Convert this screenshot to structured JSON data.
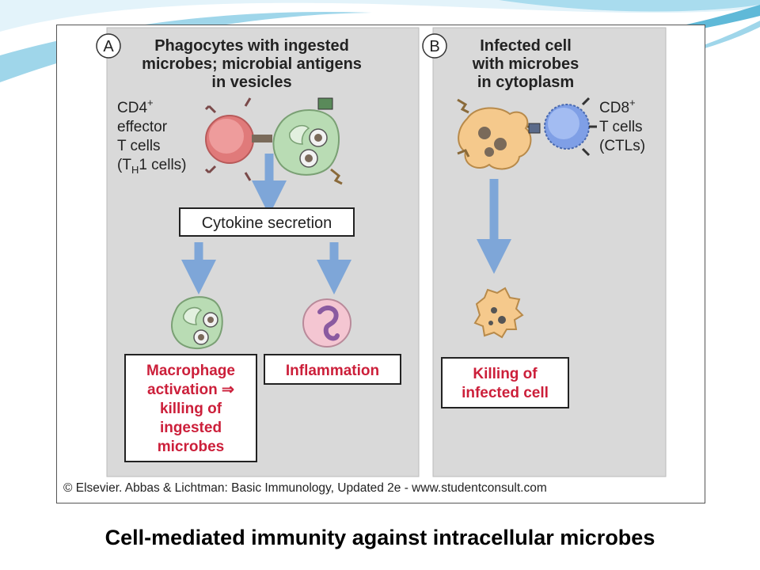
{
  "colors": {
    "panel_bg": "#d9d9d9",
    "arrow": "#7ea6d8",
    "red_text": "#cc1f3a",
    "th_cell": "#e07a7a",
    "macrophage": "#b9dcb4",
    "infected_cell": "#f5c98c",
    "ctl": "#7f9fe6",
    "neutrophil": "#f4c6d2",
    "swoosh": "#5fb9d8"
  },
  "icons": [
    "th1-cell-icon",
    "macrophage-icon",
    "activated-macrophage-icon",
    "neutrophil-icon",
    "infected-cell-icon",
    "ctl-cell-icon",
    "dying-cell-icon",
    "arrow-down-icon"
  ],
  "panel_a": {
    "letter": "A",
    "heading": [
      "Phagocytes with ingested",
      "microbes; microbial antigens",
      "in vesicles"
    ],
    "cd4_label": [
      "CD4",
      "effector",
      "T cells"
    ],
    "cd4_sup": "+",
    "th1_open": "(T",
    "th1_sub": "H",
    "th1_close": "1 cells)",
    "cytokine_box": "Cytokine secretion",
    "macrophage_box": [
      "Macrophage",
      "activation ⇒",
      "killing of",
      "ingested",
      "microbes"
    ],
    "inflammation_box": "Inflammation"
  },
  "panel_b": {
    "letter": "B",
    "heading": [
      "Infected cell",
      "with microbes",
      "in cytoplasm"
    ],
    "cd8_label": [
      "CD8",
      "T cells",
      "(CTLs)"
    ],
    "cd8_sup": "+",
    "killing_box": [
      "Killing of",
      "infected cell"
    ]
  },
  "credit": "© Elsevier. Abbas & Lichtman: Basic Immunology, Updated 2e - www.studentconsult.com",
  "caption": "Cell-mediated immunity against intracellular microbes"
}
